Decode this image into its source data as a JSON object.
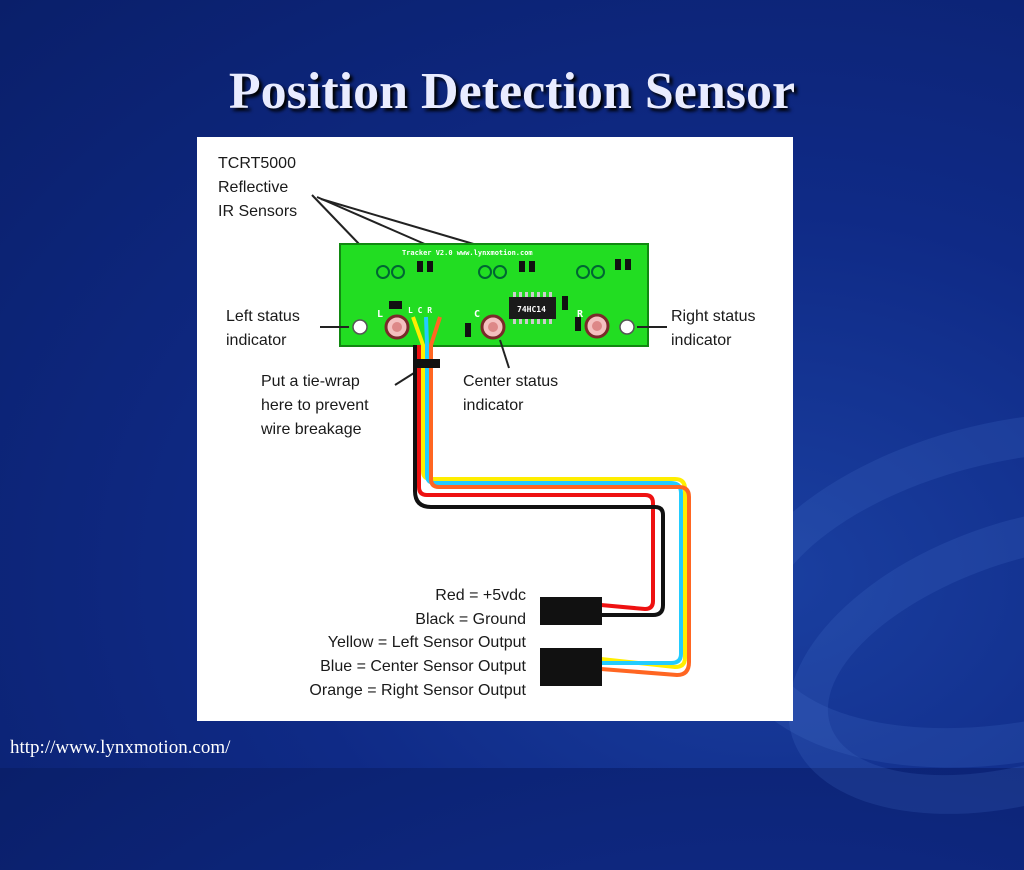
{
  "slide": {
    "title": "Position Detection Sensor",
    "source_url": "http://www.lynxmotion.com/"
  },
  "diagram": {
    "sensor_label": [
      "TCRT5000",
      "Reflective",
      "IR Sensors"
    ],
    "left_indicator": [
      "Left status",
      "indicator"
    ],
    "right_indicator": [
      "Right status",
      "indicator"
    ],
    "center_indicator": [
      "Center status",
      "indicator"
    ],
    "tie_wrap_note": [
      "Put a tie-wrap",
      "here to prevent",
      "wire breakage"
    ],
    "board_text": "Tracker V2.0 www.lynxmotion.com",
    "chip_label": "74HC14",
    "pcb_marks": {
      "l": "L",
      "c": "C",
      "r": "R",
      "lcr": "L C R"
    },
    "wire_legend": [
      "Red = +5vdc",
      "Black = Ground",
      "Yellow = Left Sensor Output",
      "Blue = Center Sensor Output",
      "Orange = Right Sensor Output"
    ],
    "colors": {
      "pcb_green": "#22dd22",
      "red": "#ee1111",
      "black": "#111111",
      "yellow": "#ffee00",
      "blue": "#22ccff",
      "orange": "#ff6622"
    }
  }
}
